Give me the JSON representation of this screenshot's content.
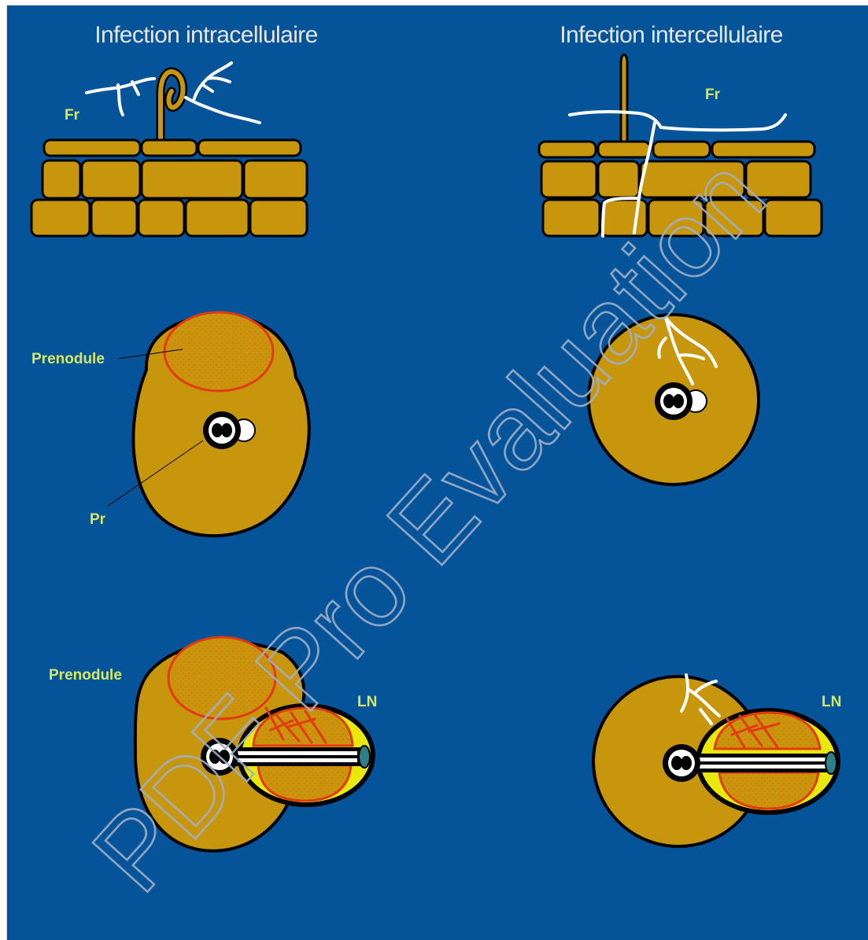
{
  "titles": {
    "left": "Infection intracellulaire",
    "right": "Infection intercellulaire"
  },
  "labels": {
    "fr_left": "Fr",
    "fr_right": "Fr",
    "prenodule_mid": "Prenodule",
    "pr": "Pr",
    "prenodule_bottom": "Prenodule",
    "ln_left": "LN",
    "ln_right": "LN"
  },
  "watermark": "PDF Pro Evaluation",
  "colors": {
    "background": "#05549a",
    "cell": "#c8960c",
    "outline": "#000000",
    "meristem": "#e23a10",
    "hyphae": "#ffffff",
    "nodule_fill": "#e8e80c",
    "label": "#d8e85a"
  }
}
